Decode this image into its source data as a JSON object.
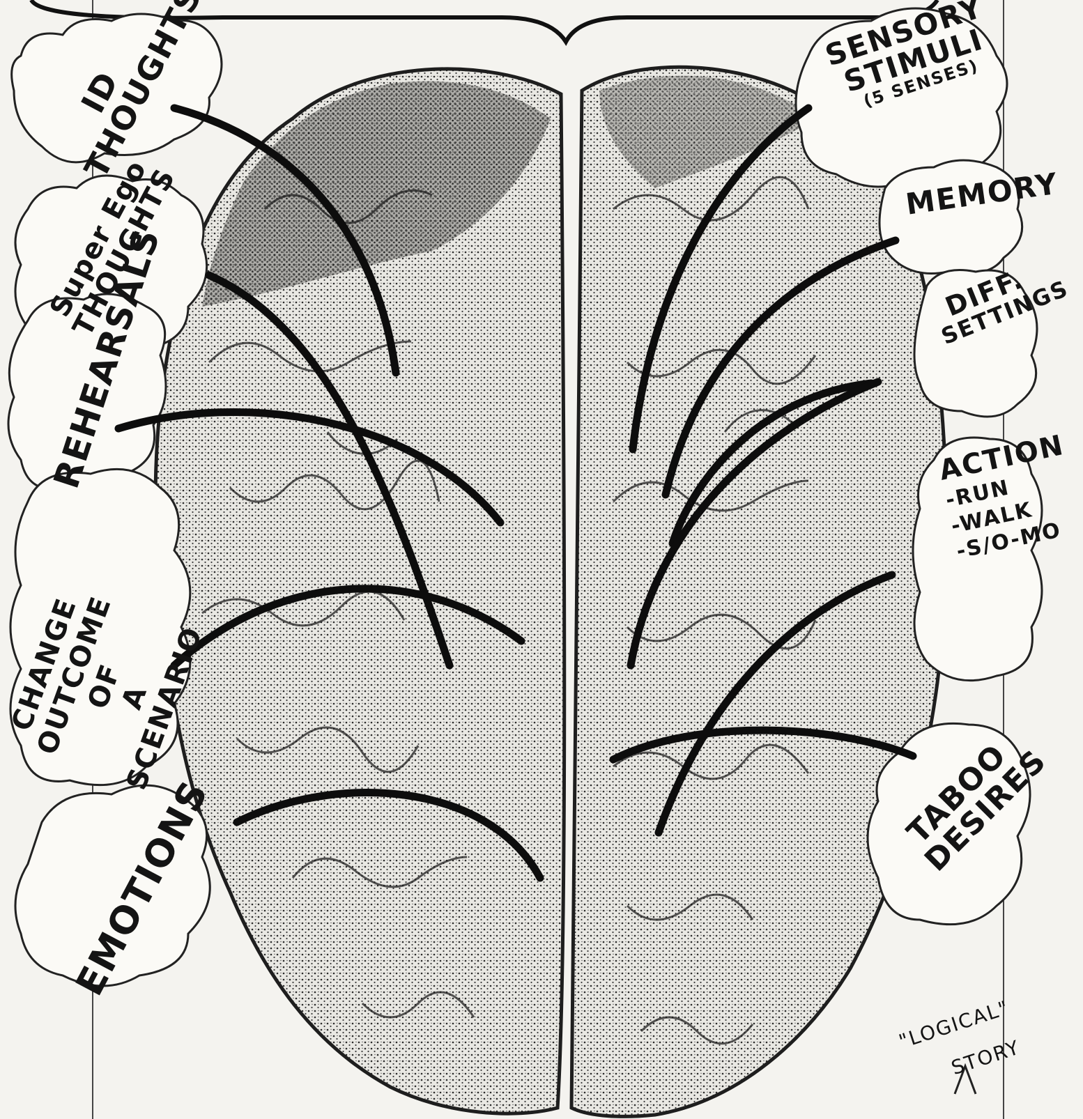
{
  "left_labels": [
    {
      "id": "id-thoughts",
      "line1": "ID",
      "line2": "THOUGHTS"
    },
    {
      "id": "super-ego",
      "line1": "Super Ego",
      "line2": "THOUGHTS"
    },
    {
      "id": "rehearsals",
      "line1": "REHEARSALS",
      "line2": ""
    },
    {
      "id": "change-outcome",
      "line1": "CHANGE",
      "line2": "OUTCOME",
      "line3": "OF",
      "line4": "A",
      "line5": "SCENARIO"
    },
    {
      "id": "emotions",
      "line1": "EMOTIONS",
      "line2": ""
    }
  ],
  "right_labels": [
    {
      "id": "sensory",
      "line1": "SENSORY",
      "line2": "STIMULI",
      "line3": "(5 SENSES)"
    },
    {
      "id": "memory",
      "line1": "MEMORY",
      "line2": ""
    },
    {
      "id": "diff-settings",
      "line1": "DIFF.",
      "line2": "SETTINGS"
    },
    {
      "id": "action",
      "line1": "ACTION",
      "line2": "-RUN",
      "line3": "-WALK",
      "line4": "-S/O-MO"
    },
    {
      "id": "taboo",
      "line1": "TABOO",
      "line2": "DESIRES"
    }
  ],
  "bottom_note": {
    "line1": "\"LOGICAL\"",
    "line2": "STORY"
  }
}
